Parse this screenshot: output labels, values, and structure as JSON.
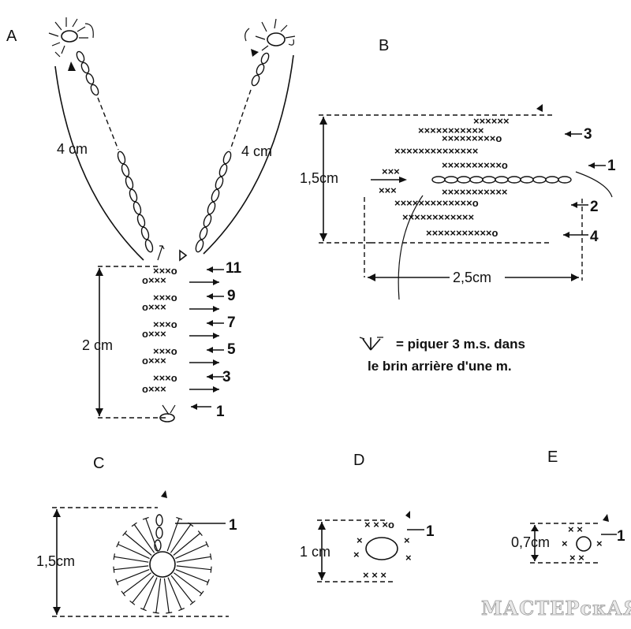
{
  "panels": {
    "A": {
      "label": "A",
      "dims": {
        "left_length": "4 cm",
        "right_length": "4 cm",
        "height": "2 cm"
      },
      "rows": [
        "11",
        "9",
        "7",
        "5",
        "3",
        "1"
      ]
    },
    "B": {
      "label": "B",
      "dims": {
        "height": "1,5cm",
        "width": "2,5cm"
      },
      "rows": [
        "3",
        "1",
        "2",
        "4"
      ]
    },
    "C": {
      "label": "C",
      "dims": {
        "height": "1,5cm"
      },
      "rows": [
        "1"
      ]
    },
    "D": {
      "label": "D",
      "dims": {
        "height": "1 cm"
      },
      "rows": [
        "1"
      ]
    },
    "E": {
      "label": "E",
      "dims": {
        "height": "0,7cm"
      },
      "rows": [
        "1"
      ]
    }
  },
  "legend": {
    "line1": "= piquer 3 m.s. dans",
    "line2": "le brin arrière d'une m.",
    "symbol": "fan-3-stitch-icon"
  },
  "watermark": "МАСТЕРскАЯ",
  "colors": {
    "ink": "#111111",
    "paper": "#ffffff",
    "watermark": "#9a9a9a"
  }
}
